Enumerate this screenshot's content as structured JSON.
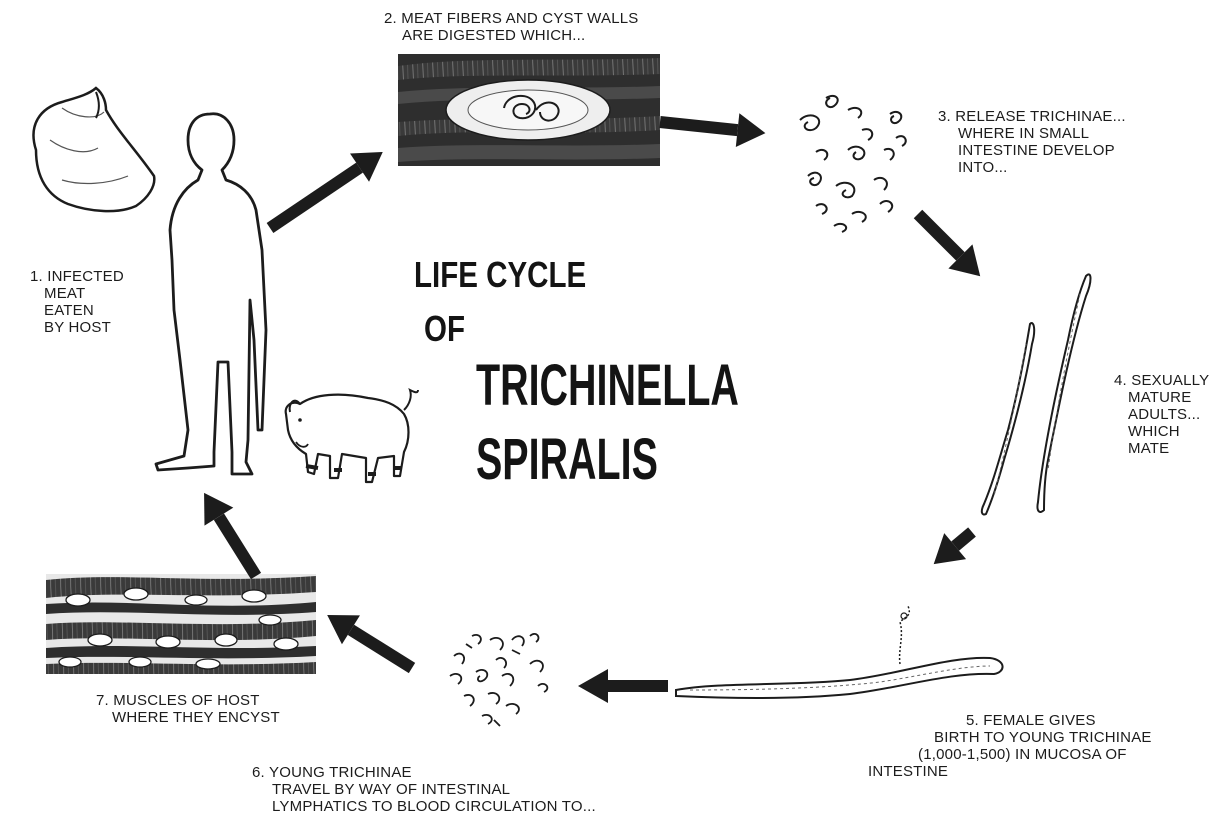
{
  "title": {
    "line1": "LIFE CYCLE",
    "line2": "OF",
    "line3": "TRICHINELLA",
    "line4": "SPIRALIS"
  },
  "steps": [
    {
      "lines": [
        "1. INFECTED",
        "MEAT",
        "EATEN",
        "BY HOST"
      ]
    },
    {
      "lines": [
        "2. MEAT FIBERS AND CYST WALLS",
        "ARE DIGESTED WHICH..."
      ]
    },
    {
      "lines": [
        "3. RELEASE TRICHINAE...",
        "WHERE IN SMALL",
        "INTESTINE DEVELOP",
        "INTO..."
      ]
    },
    {
      "lines": [
        "4. SEXUALLY",
        "MATURE",
        "ADULTS...",
        "WHICH",
        "MATE"
      ]
    },
    {
      "lines": [
        "5. FEMALE GIVES",
        "BIRTH TO YOUNG TRICHINAE",
        "(1,000-1,500) IN MUCOSA OF",
        "INTESTINE"
      ]
    },
    {
      "lines": [
        "6. YOUNG TRICHINAE",
        "TRAVEL BY WAY OF INTESTINAL",
        "LYMPHATICS TO BLOOD CIRCULATION TO..."
      ]
    },
    {
      "lines": [
        "7. MUSCLES OF HOST",
        "WHERE THEY ENCYST"
      ]
    }
  ],
  "colors": {
    "ink": "#1c1c1c",
    "paper": "#ffffff",
    "muscle_dark": "#2e2e2e"
  }
}
